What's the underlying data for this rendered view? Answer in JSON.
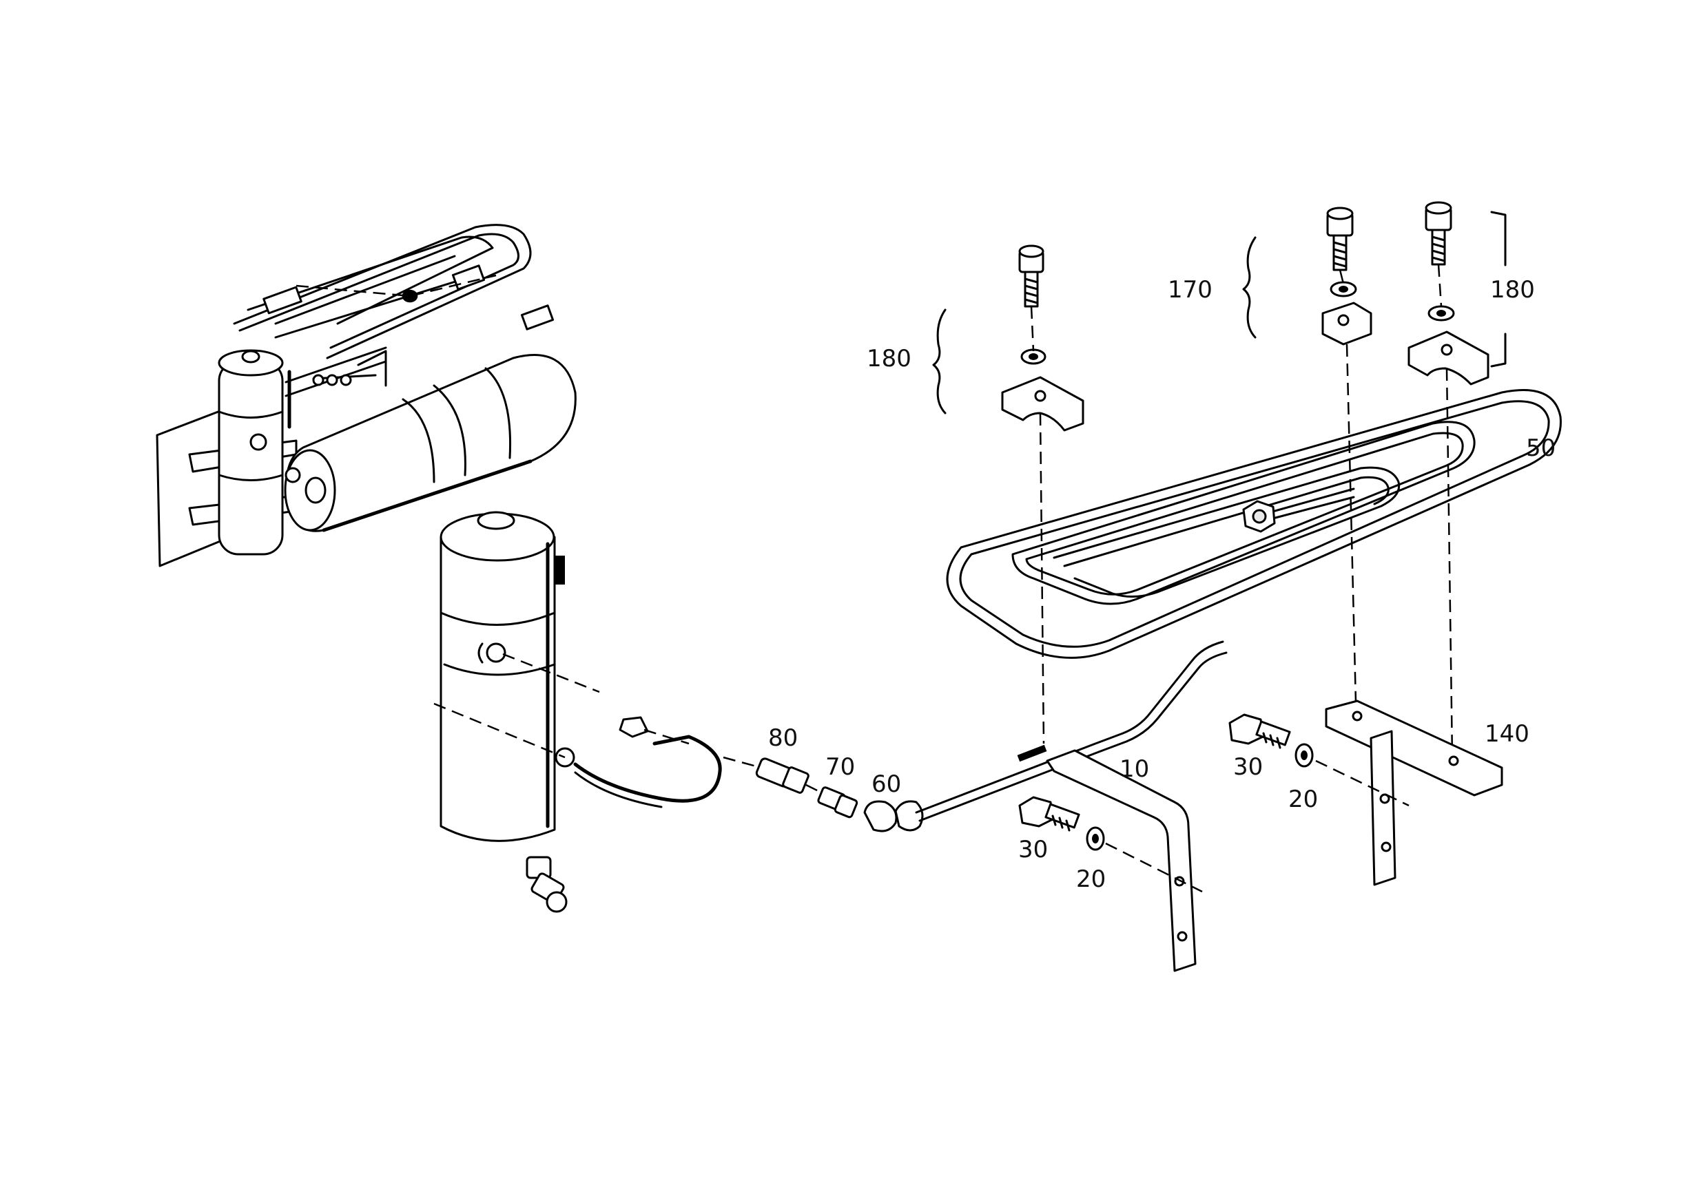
{
  "callouts": {
    "c180_left": "180",
    "c170": "170",
    "c180_right": "180",
    "c50": "50",
    "c80": "80",
    "c70": "70",
    "c60": "60",
    "c10": "10",
    "c30_left": "30",
    "c20_left": "20",
    "c30_right": "30",
    "c20_right": "20",
    "c140": "140"
  }
}
